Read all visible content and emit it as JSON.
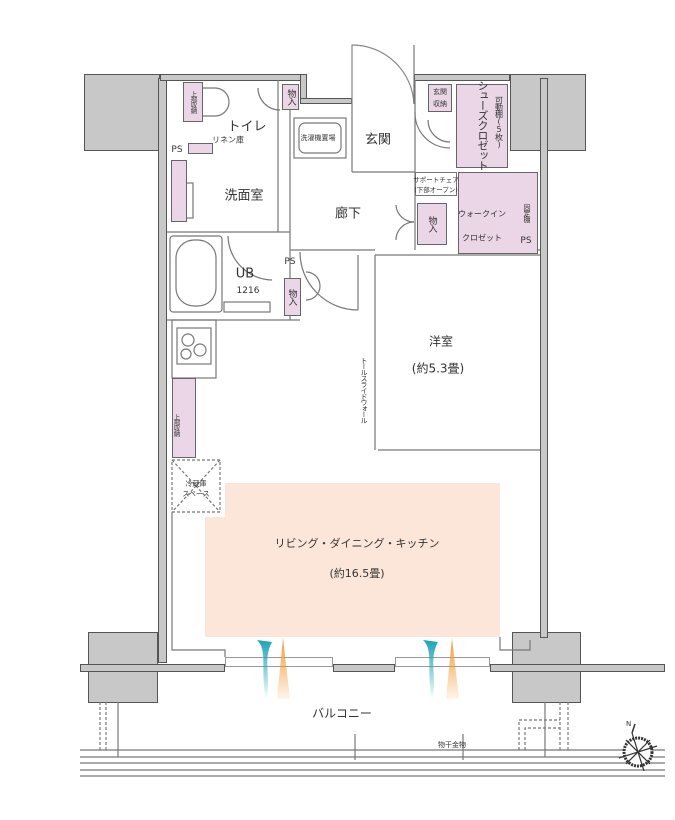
{
  "rooms": {
    "toilet": "トイレ",
    "linen": "リネン庫",
    "ps1": "PS",
    "washroom": "洗面室",
    "laundry": "洗濯機置場",
    "storage1": "物入",
    "entrance": "玄関",
    "entrance_storage": "玄関収納",
    "shoes_closet": "シューズクロゼット",
    "movable_shelf": "可動棚(5枚)",
    "support_chair": "サポートチェア",
    "support_chair_note": "(下部オープン)",
    "hallway": "廊下",
    "storage2": "物入",
    "walkin1": "ウォークイン",
    "walkin2": "クロゼット",
    "fixed_shelf": "固定棚",
    "ps2": "PS",
    "ub": "UB",
    "ub_size": "1216",
    "ps3": "PS",
    "storage3": "物入",
    "western": "洋室",
    "western_size": "(約5.3畳)",
    "slide_wall": "トールスライドウォール",
    "upper_storage_top": "上部収納",
    "upper_storage_kitchen": "上部収納",
    "fridge1": "冷蔵庫",
    "fridge2": "スペース",
    "ldk": "リビング・ダイニング・キッチン",
    "ldk_size": "(約16.5畳)",
    "balcony": "バルコニー",
    "clothes_hanger": "物干金物"
  },
  "colors": {
    "storage": "#ead6e6",
    "ldk": "#fbe6d9",
    "column": "#c8c8c8",
    "wind": "#1aa3b8",
    "light": "#f39a3a"
  }
}
